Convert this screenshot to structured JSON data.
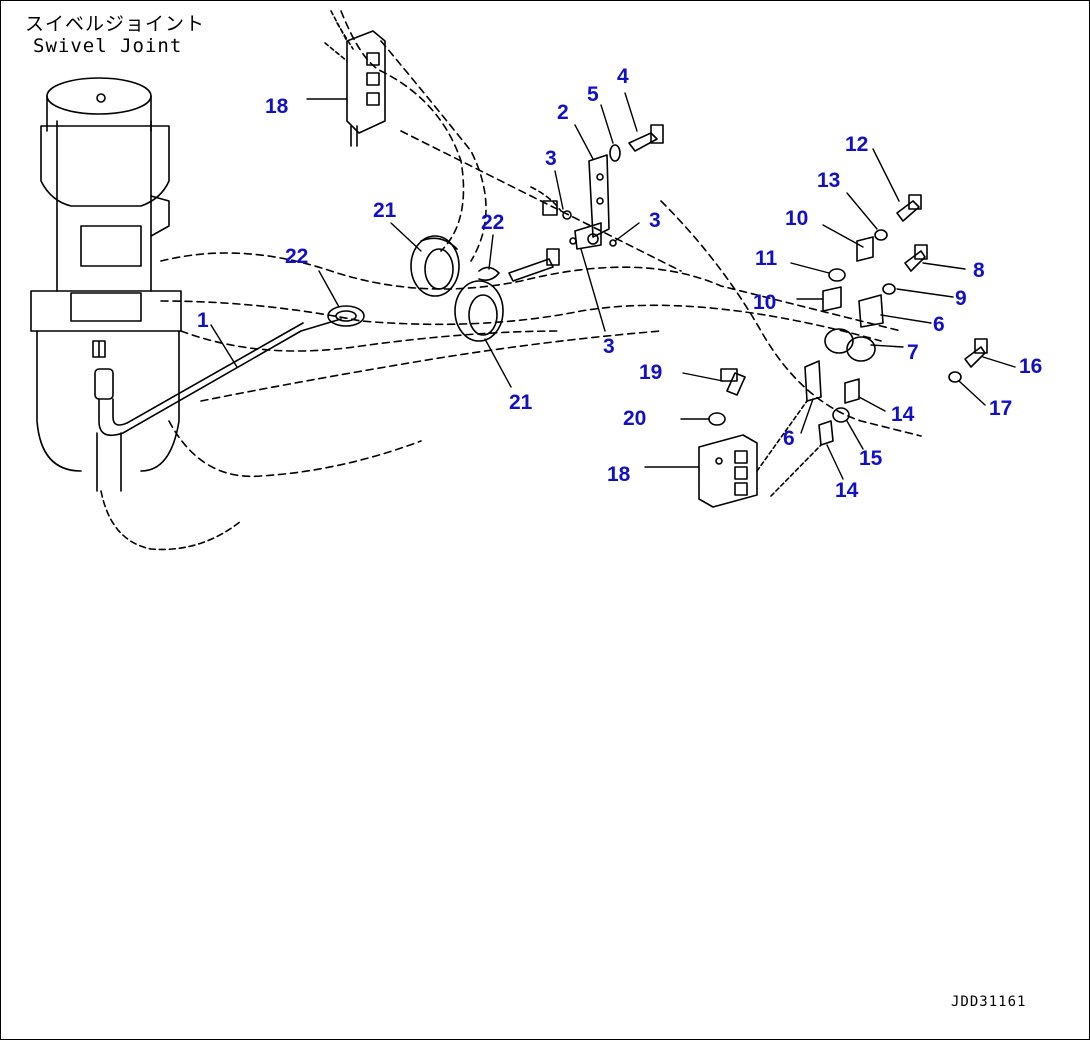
{
  "title": {
    "japanese": "スイベルジョイント",
    "english": "Swivel Joint"
  },
  "drawing_code": "JDD31161",
  "callout_color": "#1010c8",
  "line_color": "#000000",
  "callouts": [
    "18",
    "4",
    "5",
    "2",
    "3",
    "21",
    "22",
    "3",
    "3",
    "1",
    "22",
    "21",
    "12",
    "13",
    "10",
    "8",
    "11",
    "9",
    "10",
    "6",
    "7",
    "16",
    "19",
    "14",
    "20",
    "6",
    "17",
    "15",
    "18",
    "14"
  ]
}
